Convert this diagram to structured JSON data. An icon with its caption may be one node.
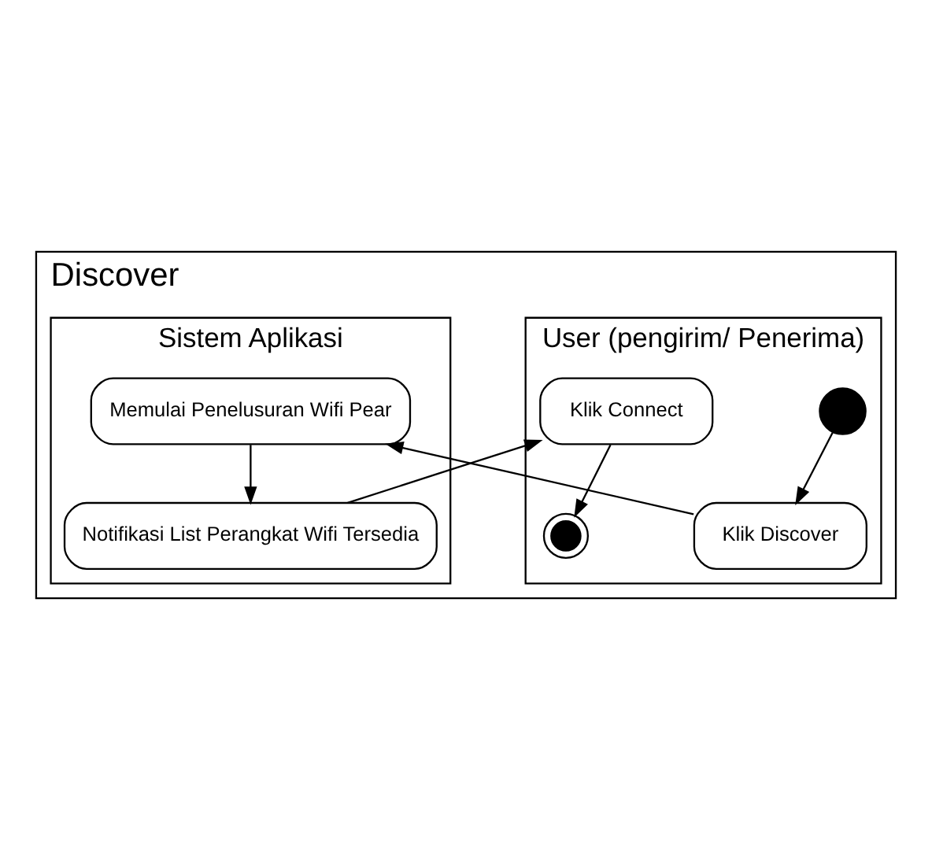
{
  "diagram": {
    "nodes": [
      {
        "text": [
          "Discover"
        ]
      },
      {
        "text": [
          "User (pengirim/ Penerima)"
        ],
        "in": 0
      },
      {
        "text": [
          "Sistem Aplikasi"
        ],
        "in": 0
      },
      {
        "text": [],
        "shape": "circle",
        "in": 1
      },
      {
        "text": [
          "Klik Discover"
        ],
        "in": 1
      },
      {
        "text": [
          "Memulai Penelusuran Wifi Pear"
        ],
        "in": 2
      },
      {
        "text": [
          "Notifikasi List Perangkat Wifi Tersedia"
        ],
        "in": 2
      },
      {
        "text": [
          "Klik Connect"
        ],
        "in": 1
      },
      {
        "text": [],
        "shape": "circle",
        "in": 1
      }
    ],
    "edges": [
      {
        "from": 3,
        "to": 4,
        "arrow": "to"
      },
      {
        "from": 4,
        "to": 5,
        "arrow": "to"
      },
      {
        "from": 5,
        "to": 6,
        "arrow": "to"
      },
      {
        "from": 6,
        "to": 7,
        "arrow": "to"
      },
      {
        "from": 7,
        "to": 8,
        "arrow": "to"
      }
    ]
  }
}
